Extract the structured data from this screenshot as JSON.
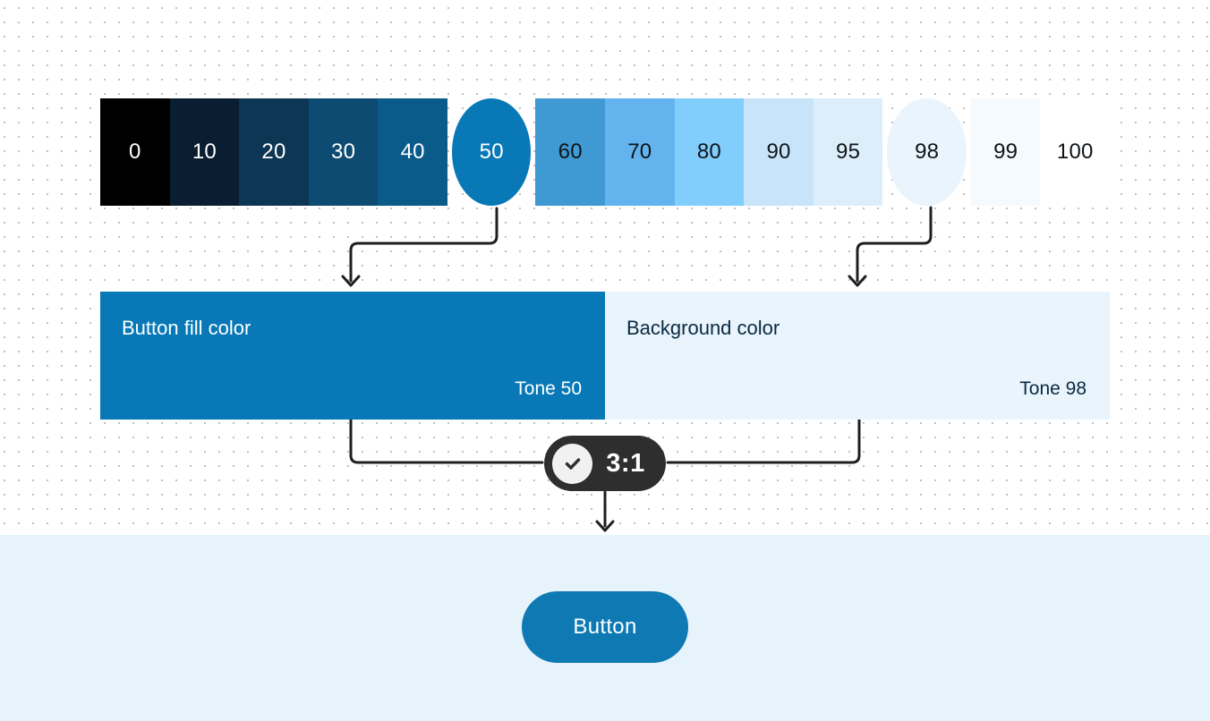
{
  "palette": {
    "tones": [
      {
        "label": "0",
        "color": "#000000",
        "text": "#FFFFFF",
        "selected": false
      },
      {
        "label": "10",
        "color": "#091E30",
        "text": "#FFFFFF",
        "selected": false
      },
      {
        "label": "20",
        "color": "#0D3654",
        "text": "#FFFFFF",
        "selected": false
      },
      {
        "label": "30",
        "color": "#0D4B72",
        "text": "#FFFFFF",
        "selected": false
      },
      {
        "label": "40",
        "color": "#0A5A8A",
        "text": "#FFFFFF",
        "selected": false
      },
      {
        "label": "50",
        "color": "#0879B6",
        "text": "#FFFFFF",
        "selected": true
      },
      {
        "label": "60",
        "color": "#3F9AD3",
        "text": "#101418",
        "selected": false
      },
      {
        "label": "70",
        "color": "#62B3EE",
        "text": "#101418",
        "selected": false
      },
      {
        "label": "80",
        "color": "#81CDFB",
        "text": "#101418",
        "selected": false
      },
      {
        "label": "90",
        "color": "#C8E4FA",
        "text": "#101418",
        "selected": false
      },
      {
        "label": "95",
        "color": "#DDEEFB",
        "text": "#101418",
        "selected": false
      },
      {
        "label": "98",
        "color": "#EAF4FC",
        "text": "#101418",
        "selected": true
      },
      {
        "label": "99",
        "color": "#F5FAFE",
        "text": "#101418",
        "selected": false
      },
      {
        "label": "100",
        "color": "#FFFFFF",
        "text": "#101418",
        "selected": false
      }
    ]
  },
  "cards": {
    "button_fill": {
      "title": "Button fill color",
      "tone": "Tone 50",
      "fill": "#0879B6",
      "text": "#FFFFFF"
    },
    "background": {
      "title": "Background color",
      "tone": "Tone 98",
      "fill": "#EAF4FC",
      "text": "#082A41"
    }
  },
  "badge": {
    "ratio": "3:1",
    "icon": "check-circle",
    "fill": "#2E2E2E",
    "text": "#FFFFFF",
    "icon_bg": "#F1F1F1",
    "icon_color": "#2E2E2E"
  },
  "preview": {
    "background": "#E6F3FB",
    "button_label": "Button",
    "button_fill": "#0E79B2",
    "button_text": "#FFFFFF"
  },
  "style": {
    "connector": "#1F1F1F",
    "dot": "#ABABAB"
  }
}
